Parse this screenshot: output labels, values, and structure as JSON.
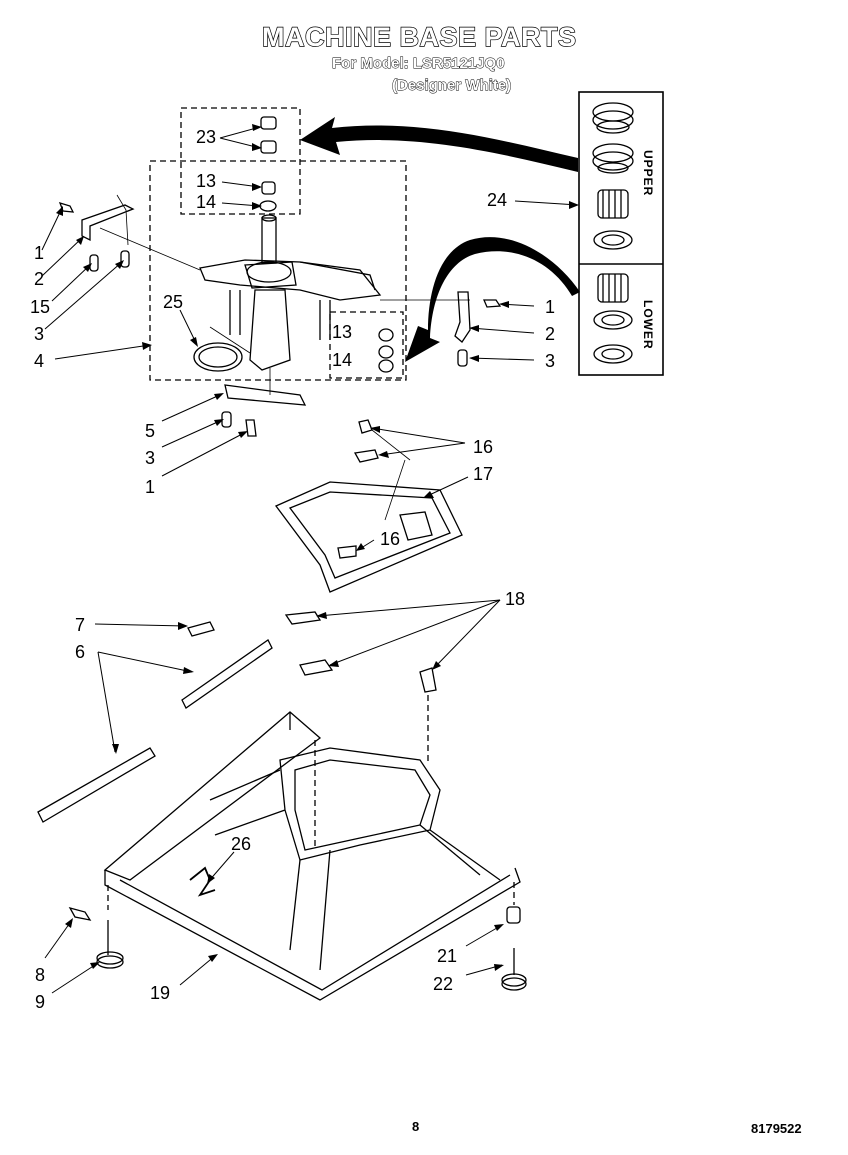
{
  "header": {
    "title": "MACHINE BASE PARTS",
    "model_line": "For Model: LSR5121JQ0",
    "color_line": "(Designer White)"
  },
  "kit_box": {
    "upper_label": "UPPER",
    "lower_label": "LOWER"
  },
  "callouts": {
    "c23": "23",
    "c13a": "13",
    "c14a": "14",
    "c24": "24",
    "c1a": "1",
    "c2a": "2",
    "c15": "15",
    "c3a": "3",
    "c4": "4",
    "c25": "25",
    "c13b": "13",
    "c14b": "14",
    "c1b": "1",
    "c2b": "2",
    "c3b": "3",
    "c5": "5",
    "c3c": "3",
    "c1c": "1",
    "c16a": "16",
    "c17": "17",
    "c16b": "16",
    "c7": "7",
    "c6": "6",
    "c18": "18",
    "c26": "26",
    "c8": "8",
    "c9": "9",
    "c19": "19",
    "c21": "21",
    "c22": "22"
  },
  "footer": {
    "page_number": "8",
    "doc_number": "8179522"
  }
}
